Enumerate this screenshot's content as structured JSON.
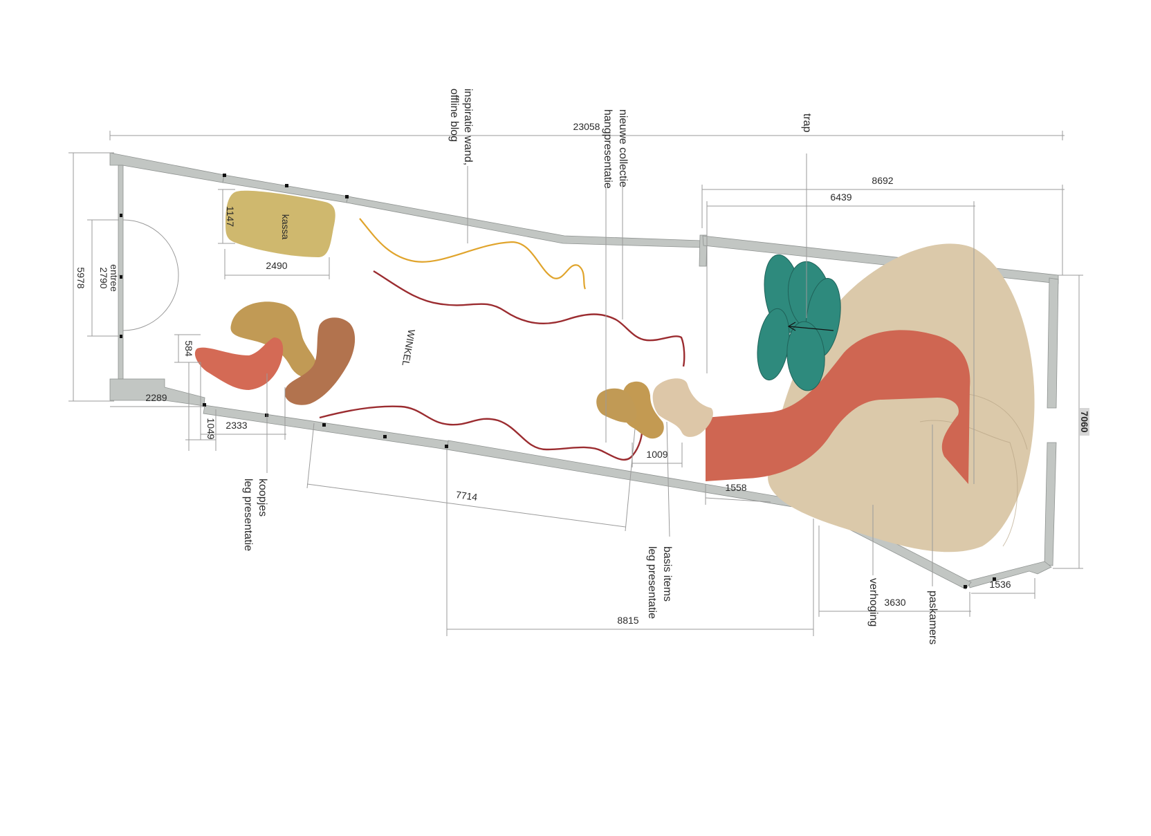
{
  "plan": {
    "room_label": "WINKEL",
    "labels": {
      "kassa": "kassa",
      "entree": "entree",
      "inspiratie_line1": "inspiratie wand,",
      "inspiratie_line2": "offline blog",
      "collectie_line1": "nieuwe collectie",
      "collectie_line2": "hangpresentatie",
      "trap": "trap",
      "koopjes_line1": "koopjes",
      "koopjes_line2": "leg presentatie",
      "basis_line1": "basis items",
      "basis_line2": "leg presentatie",
      "verhoging": "verhoging",
      "paskamers": "paskamers"
    },
    "dimensions": {
      "total_length": "23058",
      "width_right": "8692",
      "inner_right": "6439",
      "height_left": "5978",
      "entree_width": "2790",
      "kassa_depth": "1147",
      "kassa_width": "2490",
      "gap_584": "584",
      "wall_2289": "2289",
      "seg_2333": "2333",
      "seg_1049": "1049",
      "seg_7714": "7714",
      "seg_1009": "1009",
      "seg_1558": "1558",
      "seg_8815": "8815",
      "seg_3630": "3630",
      "seg_1536": "1536",
      "height_right": "7060"
    },
    "colors": {
      "kassa": "#cfb86e",
      "koopjes_ochre": "#c19a55",
      "koopjes_red": "#d46a55",
      "koopjes_brown": "#b2734e",
      "inspiratie_line": "#e0a42c",
      "hang_line": "#9b2c30",
      "basis_ochre": "#c39a52",
      "basis_beige": "#ddc7a8",
      "verhoging": "#dbc9aa",
      "trap_green": "#2e8a7d",
      "ramp_red": "#cf6652",
      "wall": "#c2c6c3"
    },
    "icons": [
      "arrow-icon"
    ]
  }
}
